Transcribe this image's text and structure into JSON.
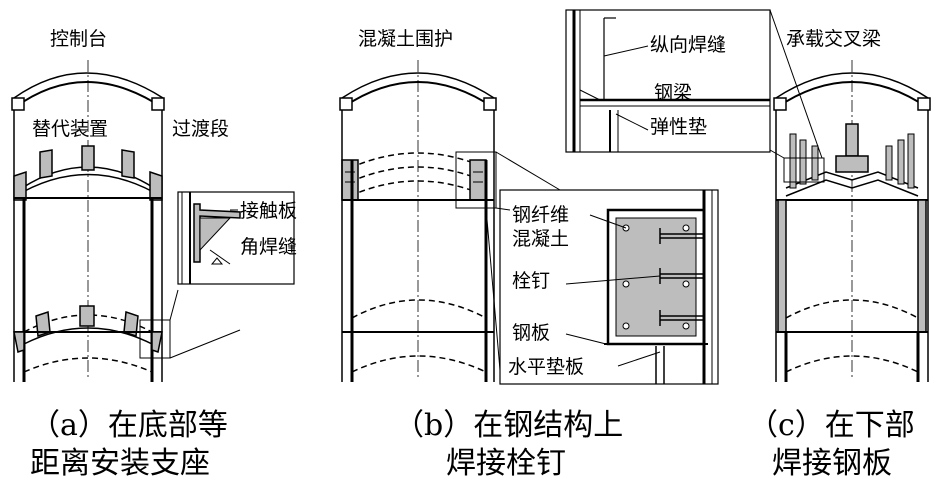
{
  "labels": {
    "control_console": "控制台",
    "substitute_device": "替代装置",
    "transition_section": "过渡段",
    "contact_plate": "接触板",
    "fillet_weld": "角焊缝",
    "concrete_surround": "混凝土围护",
    "steel_fiber_1": "钢纤维",
    "steel_fiber_2": "混凝土",
    "stud": "栓钉",
    "steel_plate": "钢板",
    "horizontal_pad": "水平垫板",
    "longitudinal_weld": "纵向焊缝",
    "steel_beam": "钢梁",
    "elastic_pad": "弹性垫",
    "load_cross_beam": "承载交叉梁"
  },
  "captions": {
    "a_line1": "（a）在底部等",
    "a_line2": "距离安装支座",
    "b_line1": "（b）在钢结构上",
    "b_line2": "焊接栓钉",
    "c_line1": "（c）在下部",
    "c_line2": "焊接钢板"
  }
}
